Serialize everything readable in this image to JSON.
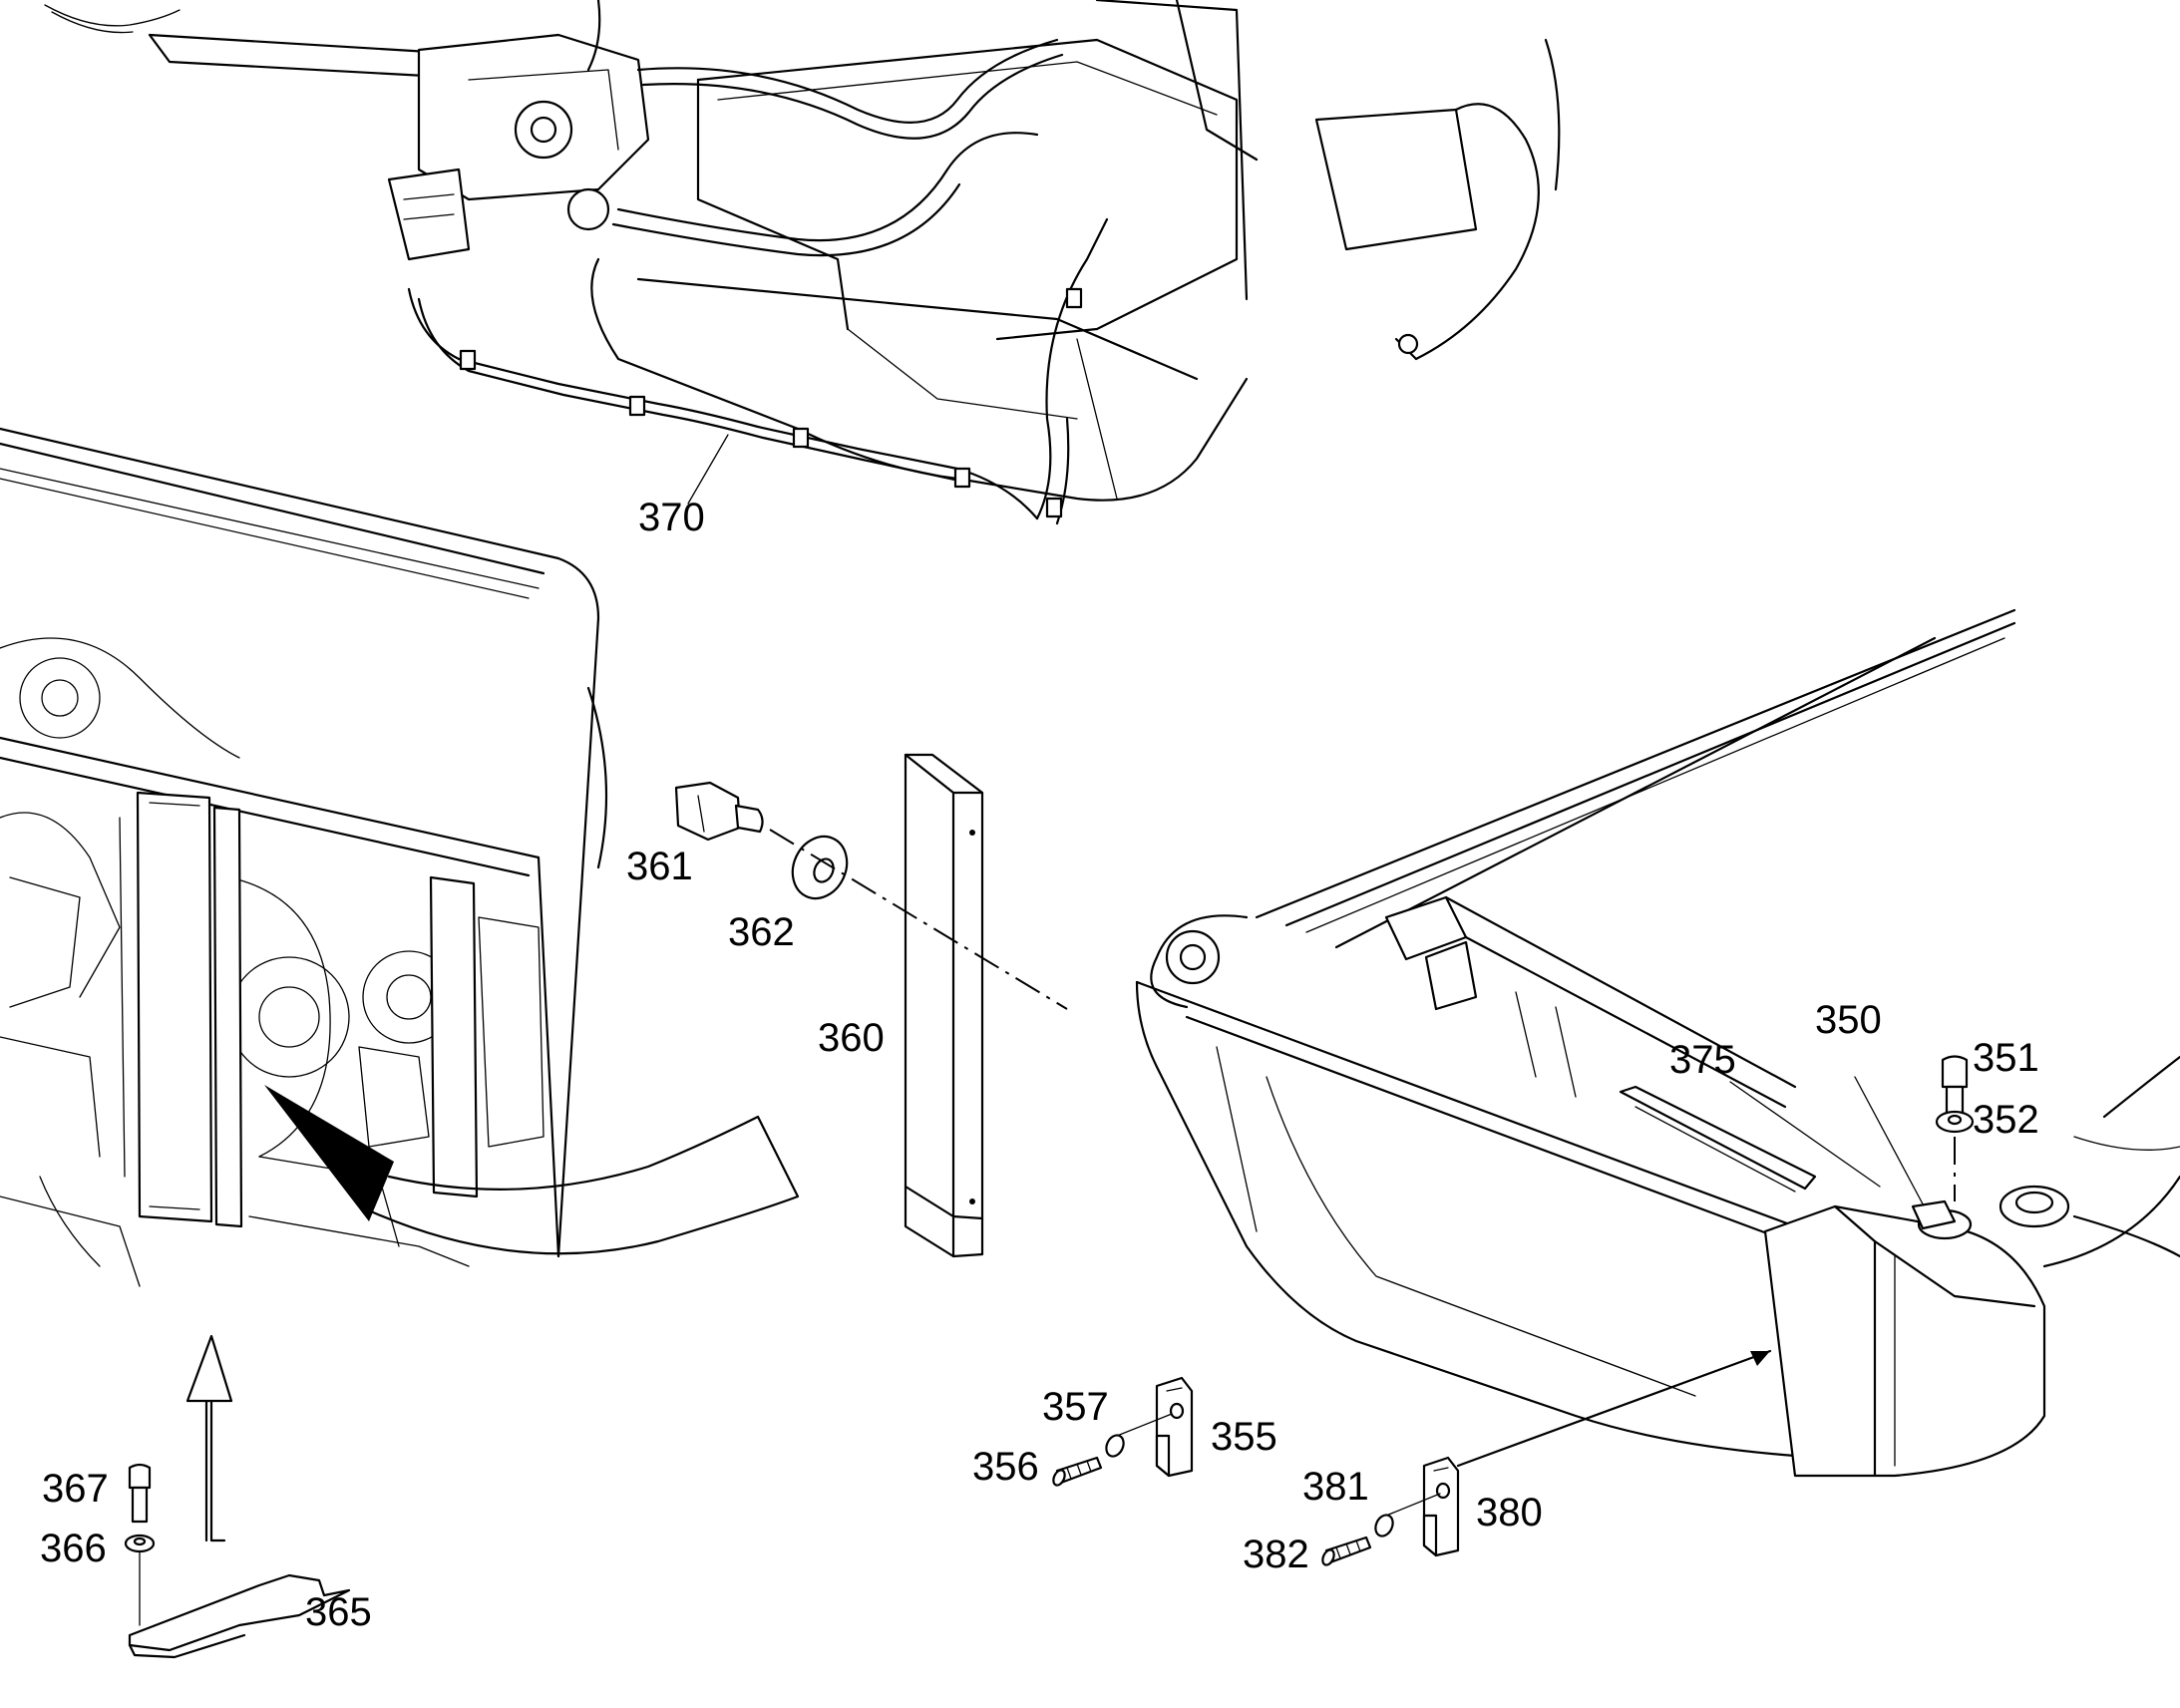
{
  "diagram": {
    "labels": {
      "p350": "350",
      "p351": "351",
      "p352": "352",
      "p355": "355",
      "p356": "356",
      "p357": "357",
      "p360": "360",
      "p361": "361",
      "p362": "362",
      "p365": "365",
      "p366": "366",
      "p367": "367",
      "p370": "370",
      "p375": "375",
      "p380": "380",
      "p381": "381",
      "p382": "382"
    },
    "colors": {
      "line": "#000000",
      "background": "#ffffff"
    }
  }
}
